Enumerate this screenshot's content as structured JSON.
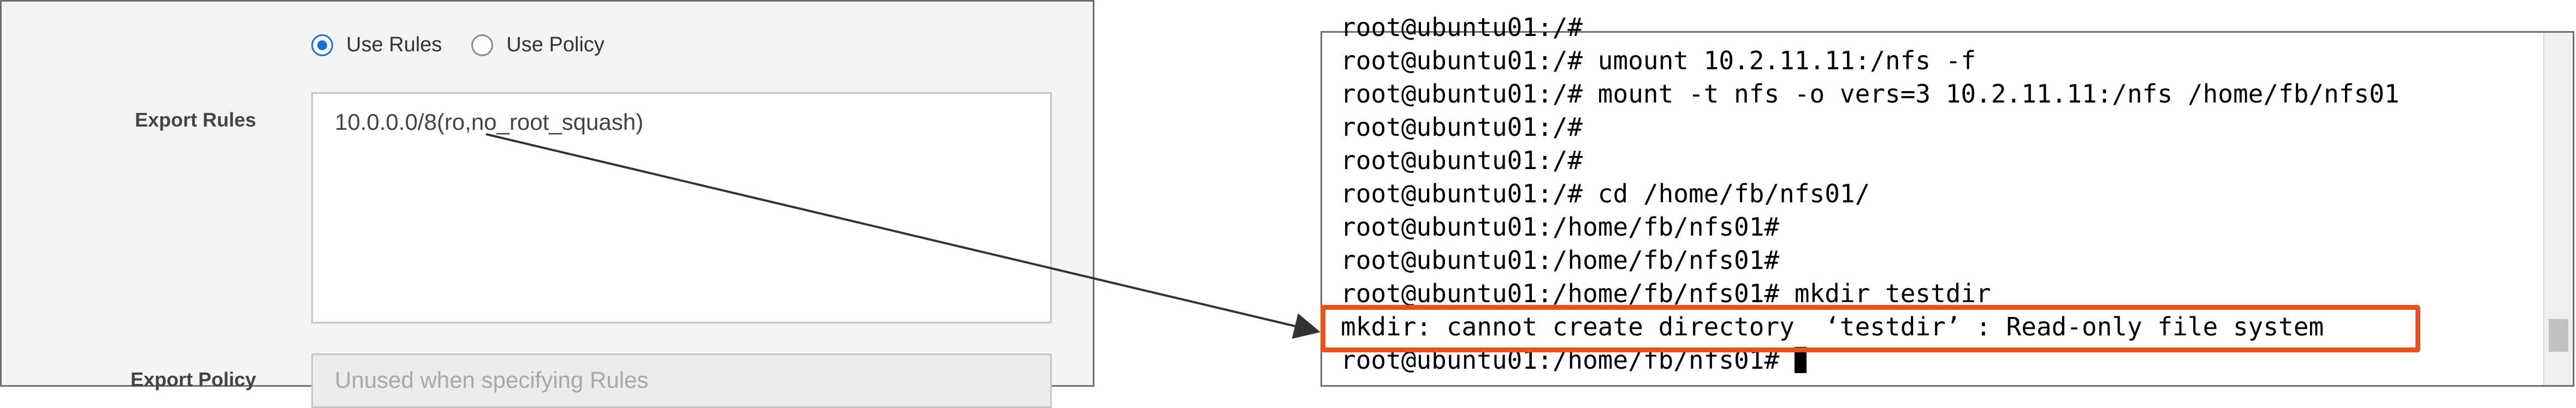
{
  "settings": {
    "radios": [
      {
        "label": "Use Rules",
        "selected": true
      },
      {
        "label": "Use Policy",
        "selected": false
      }
    ],
    "export_rules_label": "Export Rules",
    "export_rules_value": "10.0.0.0/8(ro,no_root_squash)",
    "export_policy_label": "Export Policy",
    "export_policy_placeholder": "Unused when specifying Rules"
  },
  "terminal": {
    "lines": [
      "root@ubuntu01:/#",
      "root@ubuntu01:/# umount 10.2.11.11:/nfs -f",
      "root@ubuntu01:/# mount -t nfs -o vers=3 10.2.11.11:/nfs /home/fb/nfs01",
      "root@ubuntu01:/#",
      "root@ubuntu01:/#",
      "root@ubuntu01:/# cd /home/fb/nfs01/",
      "root@ubuntu01:/home/fb/nfs01#",
      "root@ubuntu01:/home/fb/nfs01#",
      "root@ubuntu01:/home/fb/nfs01# mkdir testdir",
      "mkdir: cannot create directory  ‘testdir’ : Read-only file system",
      "root@ubuntu01:/home/fb/nfs01# "
    ]
  },
  "colors": {
    "highlight": "#e5531f",
    "radio_selected": "#1a6ed8"
  }
}
